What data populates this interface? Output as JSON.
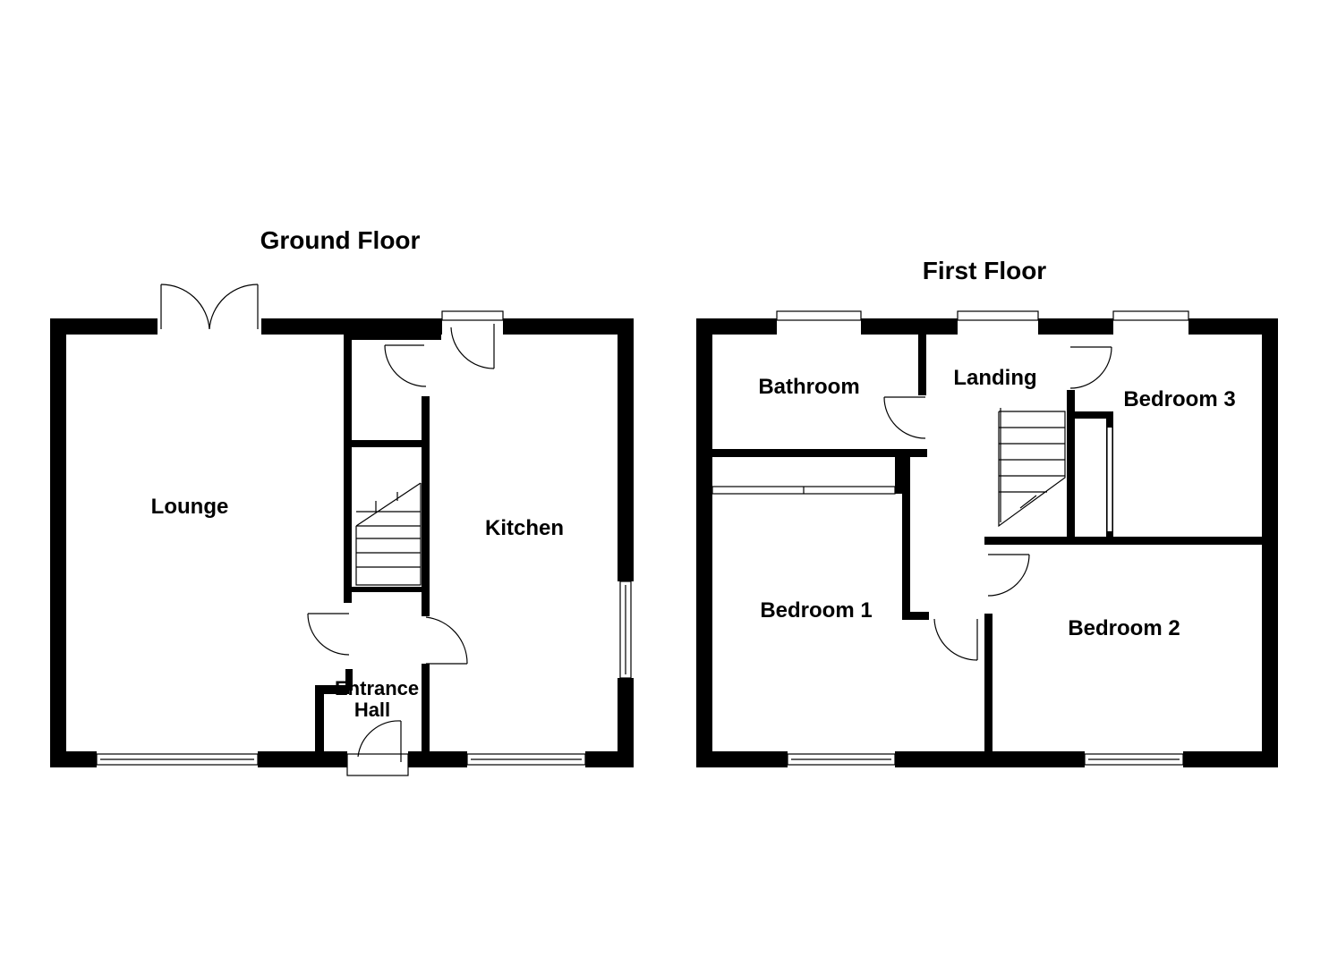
{
  "floors": [
    {
      "title": "Ground Floor",
      "rooms": [
        "Lounge",
        "Kitchen",
        "Entrance Hall"
      ]
    },
    {
      "title": "First Floor",
      "rooms": [
        "Bathroom",
        "Landing",
        "Bedroom 3",
        "Bedroom 1",
        "Bedroom 2"
      ]
    }
  ],
  "colors": {
    "wall": "#000000",
    "background": "#ffffff"
  }
}
